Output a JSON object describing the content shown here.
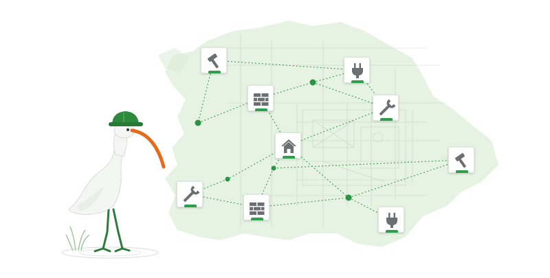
{
  "colors": {
    "map_fill": "#e6f2e2",
    "map_edge": "#d6e9d1",
    "accent_green": "#2e9e4a",
    "dot_green": "#2a9441",
    "line_dotted": "#3a9a4d",
    "icon_gray": "#6c6f72",
    "beak_orange": "#e66a1c",
    "helmet_green": "#2d8a3c",
    "bird_white": "#f4f6f3"
  },
  "nodes": [
    {
      "id": "hammer-top-left",
      "icon": "hammer-icon"
    },
    {
      "id": "plug-top-right",
      "icon": "plug-icon"
    },
    {
      "id": "bricks-upper",
      "icon": "bricks-icon"
    },
    {
      "id": "wrench-right",
      "icon": "wrench-icon"
    },
    {
      "id": "house-center",
      "icon": "house-icon"
    },
    {
      "id": "hammer-far-right",
      "icon": "hammer-icon"
    },
    {
      "id": "wrench-left",
      "icon": "wrench-icon"
    },
    {
      "id": "bricks-lower",
      "icon": "bricks-icon"
    },
    {
      "id": "plug-bottom",
      "icon": "plug-icon"
    }
  ],
  "mascot": {
    "icon": "ibis-with-hard-hat-illustration"
  }
}
